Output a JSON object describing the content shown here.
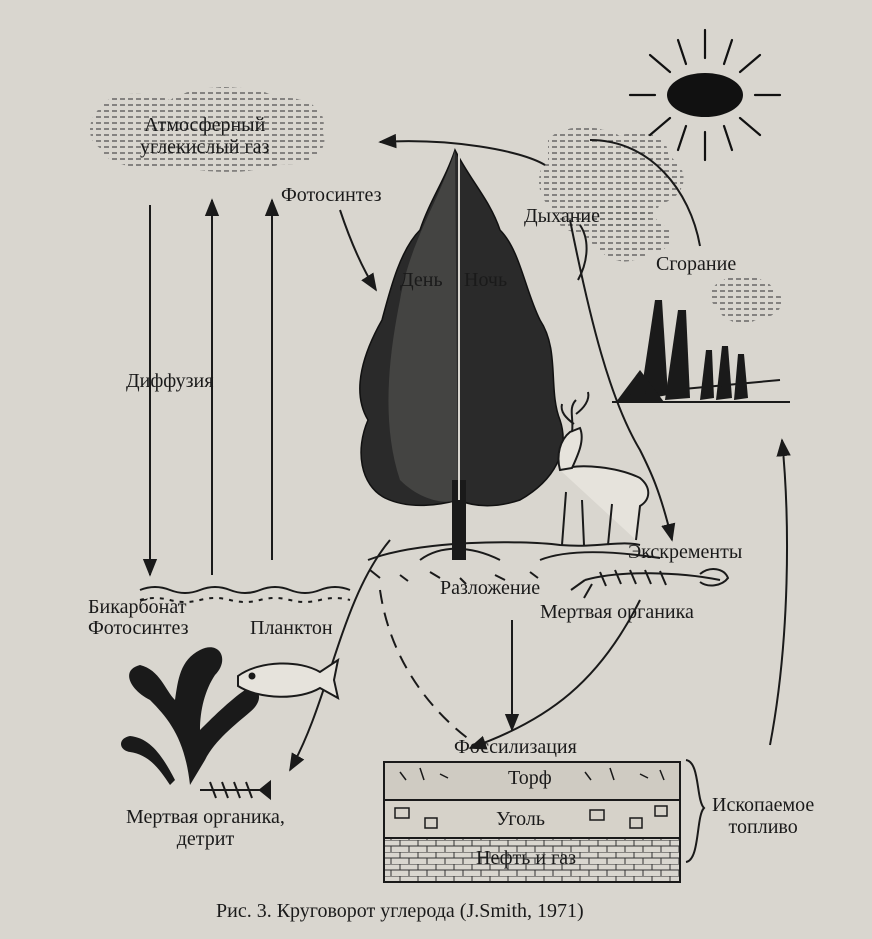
{
  "labels": {
    "atmospheric_co2": [
      "Атмосферный",
      "углекислый газ"
    ],
    "photosynthesis_land": "Фотосинтез",
    "respiration": "Дыхание",
    "day": "День",
    "night": "Ночь",
    "combustion": "Сгорание",
    "diffusion": "Диффузия",
    "excrement": "Экскременты",
    "decomposition": "Разложение",
    "dead_organics": "Мертвая органика",
    "bicarbonate": "Бикарбонат",
    "photosynthesis_water": "Фотосинтез",
    "plankton": "Планктон",
    "dead_organics_detritus": [
      "Мертвая органика,",
      "детрит"
    ],
    "fossilization": "Фоссилизация",
    "peat": "Торф",
    "coal": "Уголь",
    "oil_gas": "Нефть и газ",
    "fossil_fuel": [
      "Ископаемое",
      "топливо"
    ]
  },
  "caption": "Рис. 3. Круговорот углерода (J.Smith, 1971)",
  "colors": {
    "ink": "#1a1a1a",
    "paper": "#d9d6cf"
  },
  "icons": [
    "sun-icon",
    "tree-icon",
    "deer-icon",
    "factory-icon",
    "fish-icon",
    "skeleton-icon",
    "seaweed-icon"
  ]
}
